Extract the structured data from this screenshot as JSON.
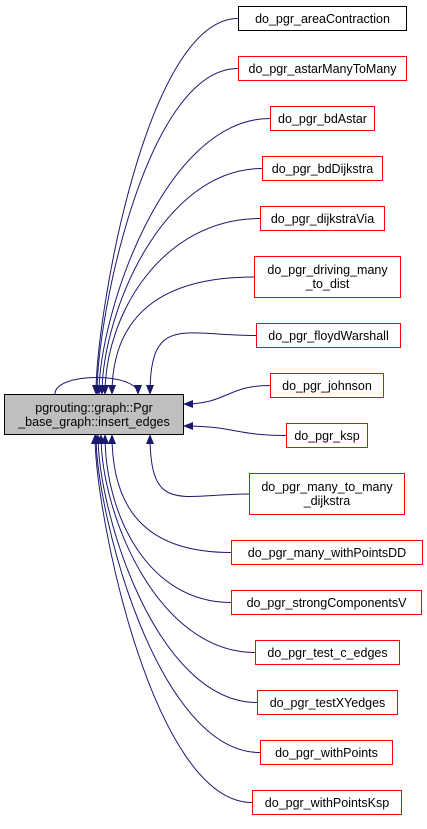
{
  "focus_node": {
    "label_line1": "pgrouting::graph::Pgr",
    "label_line2": "_base_graph::insert_edges"
  },
  "callers": [
    {
      "label": "do_pgr_areaContraction",
      "border_color": "#000000"
    },
    {
      "label": "do_pgr_astarManyToMany",
      "border_color": "#ff0000"
    },
    {
      "label": "do_pgr_bdAstar",
      "border_color": "#ff0000"
    },
    {
      "label": "do_pgr_bdDijkstra",
      "border_color": "#ff0000"
    },
    {
      "label": "do_pgr_dijkstraVia",
      "border_color": "#ff0000"
    },
    {
      "label": "do_pgr_driving_many\n_to_dist",
      "border_color": "#ff0000"
    },
    {
      "label": "do_pgr_floydWarshall",
      "border_color": "#ff0000"
    },
    {
      "label": "do_pgr_johnson",
      "border_color": "#ff0000"
    },
    {
      "label": "do_pgr_ksp",
      "border_color": "#ff0000"
    },
    {
      "label": "do_pgr_many_to_many\n_dijkstra",
      "border_color": "#ff0000"
    },
    {
      "label": "do_pgr_many_withPointsDD",
      "border_color": "#ff0000"
    },
    {
      "label": "do_pgr_strongComponentsV",
      "border_color": "#ff0000"
    },
    {
      "label": "do_pgr_test_c_edges",
      "border_color": "#ff0000"
    },
    {
      "label": "do_pgr_testXYedges",
      "border_color": "#ff0000"
    },
    {
      "label": "do_pgr_withPoints",
      "border_color": "#ff0000"
    },
    {
      "label": "do_pgr_withPointsKsp",
      "border_color": "#ff0000"
    }
  ],
  "edge_color": "#191970"
}
